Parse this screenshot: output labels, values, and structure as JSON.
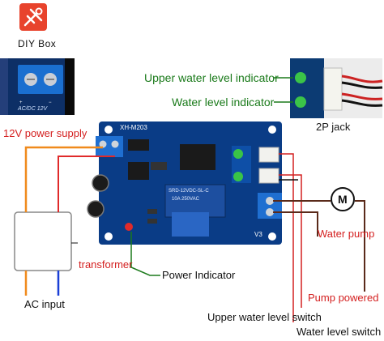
{
  "brand": {
    "name": "DIY Box"
  },
  "board": {
    "model": "XH-M203",
    "relay_text": "SRD-12VDC-SL-C",
    "relay_rating": "10A 250VAC",
    "v3_label": "V3"
  },
  "inset_left": {
    "caption": "AC/DC 12V"
  },
  "inset_right": {
    "caption": "2P jack"
  },
  "labels": {
    "upper_indicator": "Upper water level indicator",
    "water_indicator": "Water level indicator",
    "power_supply": "12V power supply",
    "transformer": "transformer",
    "ac_input": "AC input",
    "power_indicator": "Power Indicator",
    "water_pump": "Water pump",
    "pump_powered": "Pump powered",
    "upper_switch": "Upper water level switch",
    "level_switch": "Water level switch",
    "motor": "M"
  }
}
